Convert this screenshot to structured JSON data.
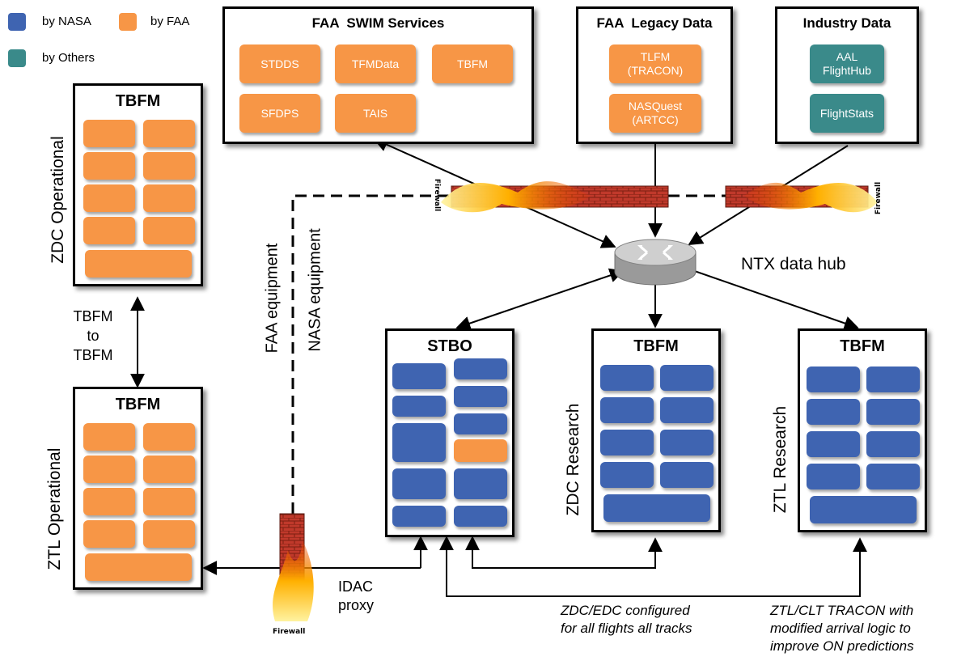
{
  "legend": {
    "nasa": {
      "label": "by NASA",
      "color": "#3f64b1"
    },
    "faa": {
      "label": "by FAA",
      "color": "#f79646"
    },
    "others": {
      "label": "by Others",
      "color": "#3a8a8a"
    }
  },
  "swim": {
    "title": "FAA  SWIM Services",
    "items": [
      "STDDS",
      "TFMData",
      "TBFM",
      "SFDPS",
      "TAIS"
    ]
  },
  "legacy": {
    "title": "FAA  Legacy Data",
    "items": [
      {
        "line1": "TLFM",
        "line2": "(TRACON)"
      },
      {
        "line1": "NASQuest",
        "line2": "(ARTCC)"
      }
    ]
  },
  "industry": {
    "title": "Industry Data",
    "items": [
      {
        "line1": "AAL",
        "line2": "FlightHub"
      },
      {
        "line1": "FlightStats",
        "line2": ""
      }
    ]
  },
  "zdc_operational": {
    "title": "TBFM",
    "side_label": "ZDC Operational"
  },
  "ztl_operational": {
    "title": "TBFM",
    "side_label": "ZTL Operational"
  },
  "tbfm_link": {
    "line1": "TBFM",
    "line2": "to",
    "line3": "TBFM"
  },
  "equipment": {
    "faa": "FAA equipment",
    "nasa": "NASA equipment"
  },
  "hub": {
    "label": "NTX data hub"
  },
  "stbo": {
    "title": "STBO"
  },
  "zdc_research": {
    "title": "TBFM",
    "side_label": "ZDC Research"
  },
  "ztl_research": {
    "title": "TBFM",
    "side_label": "ZTL Research"
  },
  "firewall": {
    "label": "Firewall"
  },
  "idac": {
    "line1": "IDAC",
    "line2": "proxy"
  },
  "notes": {
    "zdc": {
      "line1": "ZDC/EDC configured",
      "line2": "for all flights all tracks"
    },
    "ztl": {
      "line1": "ZTL/CLT TRACON with",
      "line2": "modified arrival logic to",
      "line3": "improve ON predictions"
    }
  }
}
